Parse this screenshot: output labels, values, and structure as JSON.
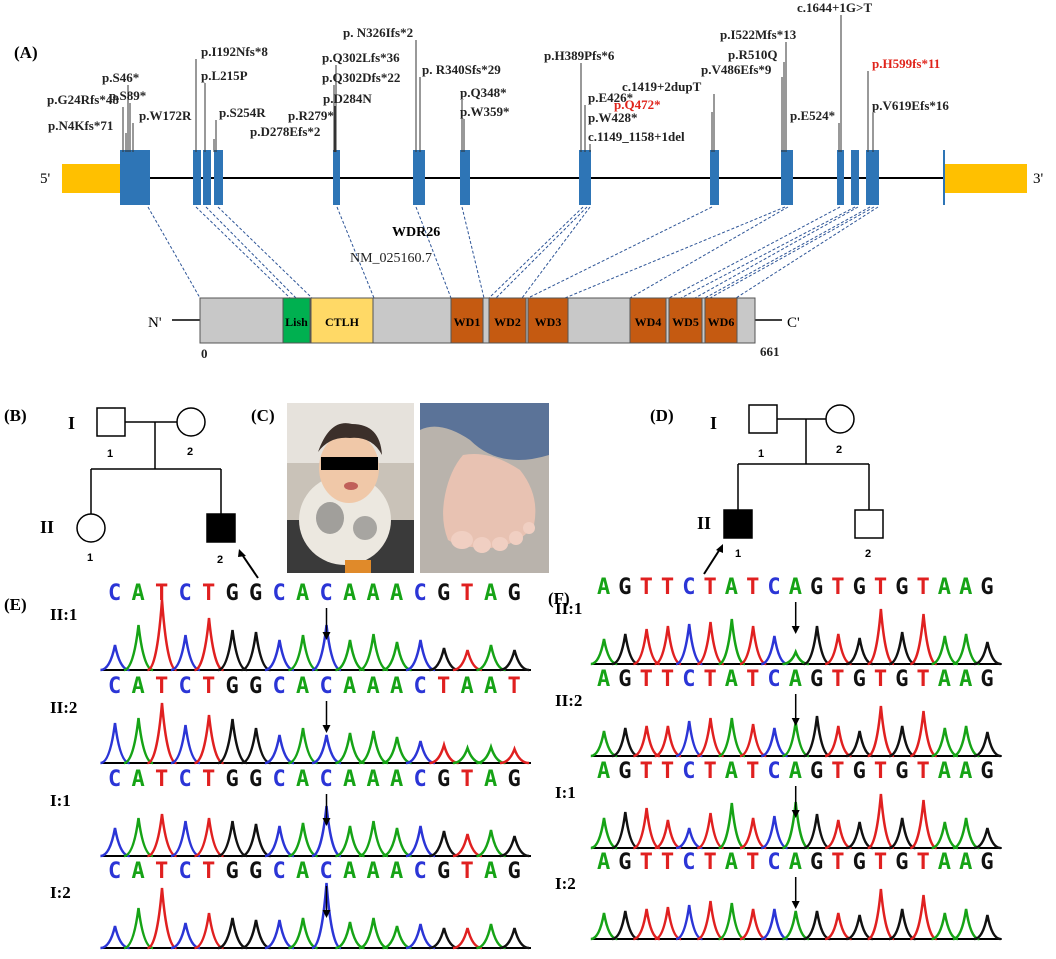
{
  "panels": {
    "a": "(A)",
    "b": "(B)",
    "c": "(C)",
    "d": "(D)",
    "e": "(E)",
    "f": "(F)"
  },
  "gene": {
    "name": "WDR26",
    "transcript": "NM_025160.7",
    "five_prime": "5'",
    "three_prime": "3'",
    "exon_color": "#2e75b6",
    "utr_color": "#ffc000"
  },
  "mutations": [
    {
      "text": "p.G24Rfs*48",
      "red": false
    },
    {
      "text": "p.N4Kfs*71",
      "red": false
    },
    {
      "text": "p.S46*",
      "red": false
    },
    {
      "text": "p.S89*",
      "red": false
    },
    {
      "text": "p.W172R",
      "red": false
    },
    {
      "text": "p.I192Nfs*8",
      "red": false
    },
    {
      "text": "p.L215P",
      "red": false
    },
    {
      "text": "p.S254R",
      "red": false
    },
    {
      "text": "p.R279*",
      "red": false
    },
    {
      "text": "p.D278Efs*2",
      "red": false
    },
    {
      "text": "p.D284N",
      "red": false
    },
    {
      "text": "p.Q302Lfs*36",
      "red": false
    },
    {
      "text": "p.Q302Dfs*22",
      "red": false
    },
    {
      "text": "p. N326Ifs*2",
      "red": false
    },
    {
      "text": "p. R340Sfs*29",
      "red": false
    },
    {
      "text": "p.Q348*",
      "red": false
    },
    {
      "text": "p.W359*",
      "red": false
    },
    {
      "text": "p.H389Pfs*6",
      "red": false
    },
    {
      "text": "p.E426*",
      "red": false
    },
    {
      "text": "p.W428*",
      "red": false
    },
    {
      "text": "c.1149_1158+1del",
      "red": false
    },
    {
      "text": "p.Q472*",
      "red": true
    },
    {
      "text": "c.1419+2dupT",
      "red": false
    },
    {
      "text": "p.V486Efs*9",
      "red": false
    },
    {
      "text": "p.R510Q",
      "red": false
    },
    {
      "text": "p.I522Mfs*13",
      "red": false
    },
    {
      "text": "c.1644+1G>T",
      "red": false
    },
    {
      "text": "p.H599fs*11",
      "red": true
    },
    {
      "text": "p.E524*",
      "red": false
    },
    {
      "text": "p.V619Efs*16",
      "red": false
    }
  ],
  "protein": {
    "n_term": "N'",
    "c_term": "C'",
    "start": "0",
    "end": "661",
    "body_color": "#c8c8c8",
    "domains": [
      {
        "name": "Lish",
        "color": "#00b050"
      },
      {
        "name": "CTLH",
        "color": "#ffd966"
      },
      {
        "name": "WD1",
        "color": "#c55a11"
      },
      {
        "name": "WD2",
        "color": "#c55a11"
      },
      {
        "name": "WD3",
        "color": "#c55a11"
      },
      {
        "name": "WD4",
        "color": "#c55a11"
      },
      {
        "name": "WD5",
        "color": "#c55a11"
      },
      {
        "name": "WD6",
        "color": "#c55a11"
      }
    ]
  },
  "pedigree_b": {
    "generations": [
      "I",
      "II"
    ],
    "individuals": [
      "1",
      "2",
      "1",
      "2"
    ]
  },
  "pedigree_d": {
    "generations": [
      "I",
      "II"
    ],
    "individuals": [
      "1",
      "2",
      "1",
      "2"
    ]
  },
  "photos": [
    "child-face-photo",
    "toes-photo"
  ],
  "chromatogram_e": {
    "rows": [
      {
        "label": "II:1",
        "seq": "CATCTGGCACAAACGTAG"
      },
      {
        "label": "II:2",
        "seq": "CATCTGGCACAAACTAAT"
      },
      {
        "label": "I:1",
        "seq": "CATCTGGCACAAACGTAG"
      },
      {
        "label": "I:2",
        "seq": "CATCTGGCACAAACGTAG"
      }
    ]
  },
  "chromatogram_f": {
    "rows": [
      {
        "label": "II:1",
        "seq": "AGTTCTATCAGTGTGTAAG"
      },
      {
        "label": "II:2",
        "seq": "AGTTCTATCAGTGTGTAAG"
      },
      {
        "label": "I:1",
        "seq": "AGTTCTATCAGTGTGTAAG"
      },
      {
        "label": "I:2",
        "seq": "AGTTCTATCAGTGTGTAAG"
      }
    ]
  },
  "base_colors": {
    "A": "#16a316",
    "C": "#2b35d6",
    "G": "#111111",
    "T": "#e02020"
  }
}
